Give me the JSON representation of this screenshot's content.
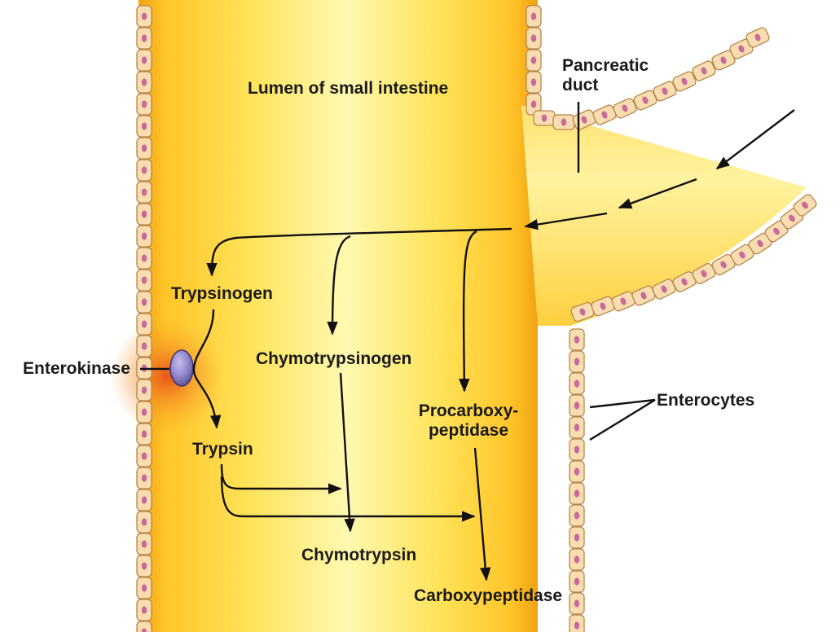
{
  "labels": {
    "lumen": "Lumen of small intestine",
    "pancreatic_duct": "Pancreatic\nduct",
    "enterokinase": "Enterokinase",
    "enterocytes": "Enterocytes",
    "trypsinogen": "Trypsinogen",
    "chymotrypsinogen": "Chymotrypsinogen",
    "procarboxypeptidase": "Procarboxy-\npeptidase",
    "trypsin": "Trypsin",
    "chymotrypsin": "Chymotrypsin",
    "carboxypeptidase": "Carboxypeptidase"
  },
  "colors": {
    "lumen_center": "#fff9b0",
    "lumen_mid": "#ffd83c",
    "lumen_edge": "#f0a212",
    "cell_fill": "#f8ddb0",
    "cell_stroke": "#b8854a",
    "nucleus": "#c86a9a",
    "enterokinase": "#8c82c8",
    "arrow": "#111111"
  }
}
